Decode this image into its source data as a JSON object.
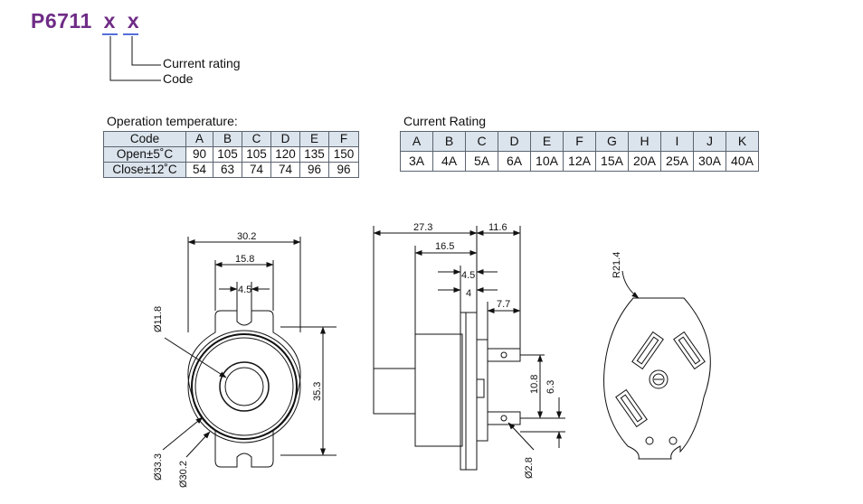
{
  "part_code": {
    "base": "P6711",
    "suffix_1": "x",
    "suffix_2": "x",
    "legend_current_rating": "Current rating",
    "legend_code": "Code"
  },
  "temperature_table": {
    "title": "Operation temperature:",
    "header": [
      "Code",
      "A",
      "B",
      "C",
      "D",
      "E",
      "F"
    ],
    "rows": [
      [
        "Open±5˚C",
        "90",
        "105",
        "105",
        "120",
        "135",
        "150"
      ],
      [
        "Close±12˚C",
        "54",
        "63",
        "74",
        "74",
        "96",
        "96"
      ]
    ]
  },
  "rating_table": {
    "title": "Current Rating",
    "header": [
      "A",
      "B",
      "C",
      "D",
      "E",
      "F",
      "G",
      "H",
      "I",
      "J",
      "K"
    ],
    "values": [
      "3A",
      "4A",
      "5A",
      "6A",
      "10A",
      "12A",
      "15A",
      "20A",
      "25A",
      "30A",
      "40A"
    ]
  },
  "front_view": {
    "dim_width": "30.2",
    "dim_slot_spacing": "15.8",
    "dim_slot_width": "4.5",
    "dim_height": "35.3",
    "dim_inner_dia": "Ø11.8",
    "dim_outer_dia": "Ø33.3",
    "dim_ring_dia": "Ø30.2"
  },
  "side_view": {
    "dim_body_length": "27.3",
    "dim_terminal_length": "11.6",
    "dim_mid": "16.5",
    "dim_gap_1": "4.5",
    "dim_gap_2": "4",
    "dim_terminal_offset": "7.7",
    "dim_terminal_spacing": "10.8",
    "dim_hole_offset": "6.3",
    "dim_hole_dia": "Ø2.8"
  },
  "back_view": {
    "dim_radius": "R21.4"
  }
}
